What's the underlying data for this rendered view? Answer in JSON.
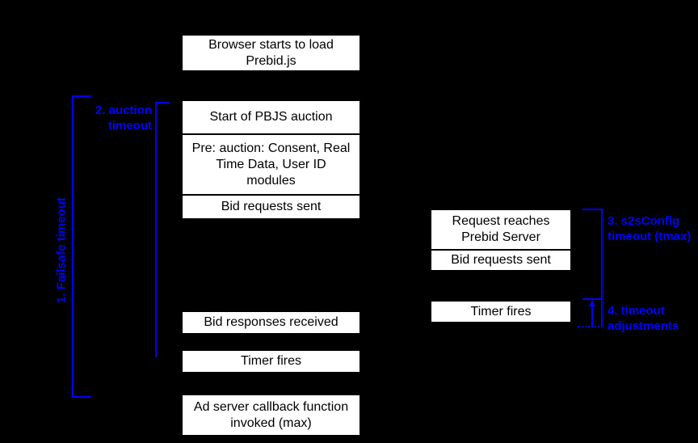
{
  "diagram": {
    "colors": {
      "background": "#000000",
      "accent_blue": "#0000ff",
      "box_background": "#ffffff",
      "box_text": "#000000"
    },
    "flow_left": {
      "browser_load": "Browser starts to load Prebid.js",
      "start_auction": "Start of PBJS auction",
      "pre_auction": "Pre: auction: Consent, Real Time Data, User ID modules",
      "bid_requests_sent": "Bid requests sent",
      "bid_responses_received": "Bid responses received",
      "timer_fires": "Timer fires",
      "ad_server_callback": "Ad server callback function invoked (max)"
    },
    "flow_right": {
      "request_reaches_server": "Request reaches Prebid Server",
      "bid_requests_sent": "Bid requests sent",
      "timer_fires": "Timer fires"
    },
    "labels": {
      "failsafe_timeout": "1. Failsafe timeout",
      "auction_timeout": {
        "line1": "2. auction",
        "line2": "timeout"
      },
      "s2s_timeout": {
        "line1": "3. s2sConfig",
        "line2": "timeout (tmax)"
      },
      "timeout_adjustments": {
        "line1": "4. timeout",
        "line2": "adjustments"
      }
    }
  }
}
